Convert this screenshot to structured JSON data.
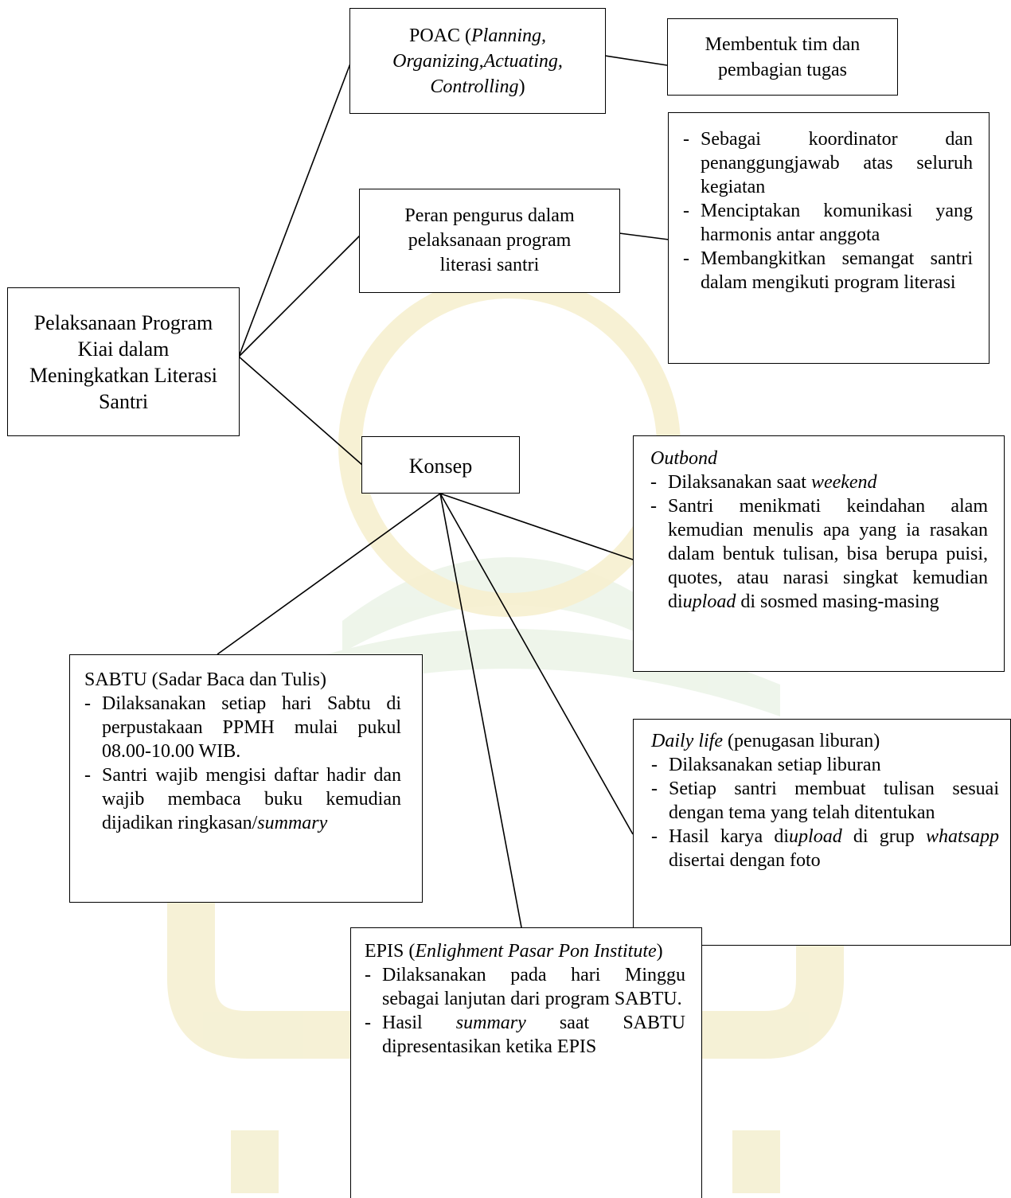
{
  "colors": {
    "watermark": "#f4eecc",
    "watermark_green": "#e7f1e4"
  },
  "root": {
    "text": "Pelaksanaan Program Kiai dalam Meningkatkan Literasi Santri"
  },
  "poac": {
    "prefix": "POAC (",
    "italic": "Planning, Organizing,Actuating, Controlling",
    "suffix": ")"
  },
  "poac_detail": {
    "text": "Membentuk tim dan pembagian tugas"
  },
  "peran": {
    "text": "Peran pengurus dalam pelaksanaan program literasi santri"
  },
  "peran_detail": {
    "items": [
      "Sebagai koordinator dan penanggungjawab atas seluruh kegiatan",
      "Menciptakan komunikasi yang harmonis antar anggota",
      "Membangkitkan semangat santri dalam mengikuti program literasi"
    ]
  },
  "konsep": {
    "text": "Konsep"
  },
  "outbond": {
    "title": "Outbond",
    "item1_prefix": "Dilaksanakan saat ",
    "item1_italic": "weekend",
    "item2_a": "Santri menikmati keindahan alam kemudian menulis apa yang ia rasakan dalam bentuk tulisan, bisa berupa puisi, quotes, atau narasi singkat kemudian di",
    "item2_italic": "upload",
    "item2_b": " di sosmed masing-masing"
  },
  "sabtu": {
    "title": "SABTU (Sadar Baca dan Tulis)",
    "item1": "Dilaksanakan setiap hari Sabtu di perpustakaan PPMH mulai pukul 08.00-10.00 WIB.",
    "item2_a": "Santri wajib mengisi daftar hadir dan wajib membaca buku kemudian dijadikan ringkasan/",
    "item2_italic": "summary"
  },
  "daily": {
    "title_italic": "Daily life",
    "title_rest": " (penugasan liburan)",
    "item1": "Dilaksanakan setiap liburan",
    "item2": "Setiap santri membuat tulisan sesuai dengan tema yang telah ditentukan",
    "item3_a": "Hasil karya di",
    "item3_italic": "upload",
    "item3_b": " di grup ",
    "item3_italic2": "whatsapp",
    "item3_c": " disertai dengan foto"
  },
  "epis": {
    "title_prefix": "EPIS (",
    "title_italic": "Enlighment Pasar Pon Institute",
    "title_suffix": ")",
    "item1": "Dilaksanakan pada hari Minggu sebagai lanjutan dari program SABTU.",
    "item2_a": "Hasil ",
    "item2_italic": "summary",
    "item2_b": " saat SABTU dipresentasikan ketika EPIS"
  }
}
